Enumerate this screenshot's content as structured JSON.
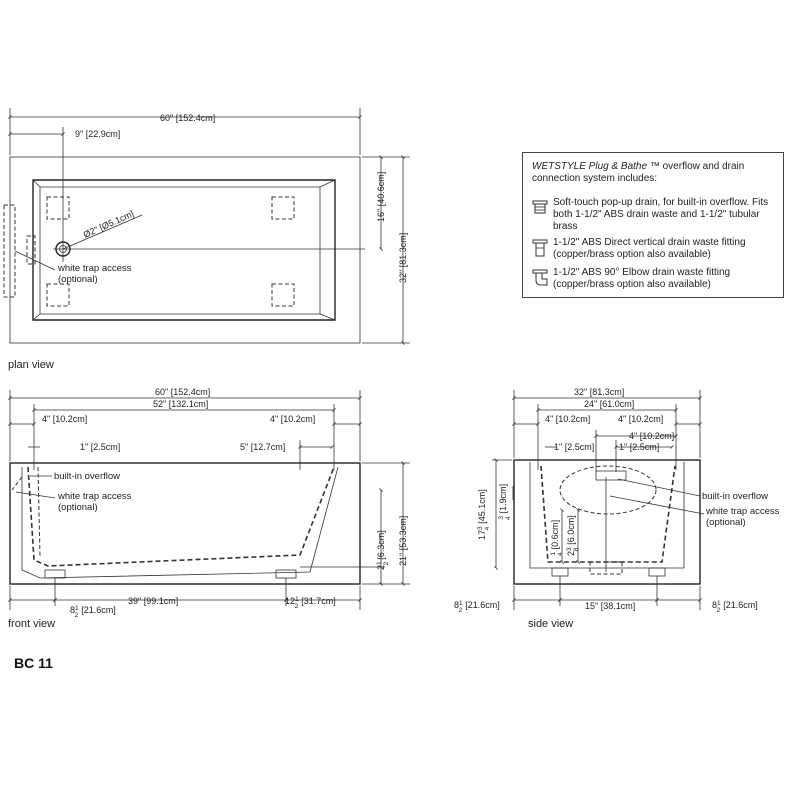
{
  "model_label": "BC 11",
  "views": {
    "plan": "plan view",
    "front": "front view",
    "side": "side view"
  },
  "plan": {
    "width_dim": "60\" [152.4cm]",
    "drain_offset_dim": "9\" [22.9cm]",
    "drain_dia_dim": "Ø2\" [Ø5.1cm]",
    "half_depth_dim": "16\" [40.6cm]",
    "depth_dim": "32\" [81.3cm]",
    "trap_access": [
      "white trap access",
      "(optional)"
    ]
  },
  "front": {
    "width_dim": "60\" [152.4cm]",
    "inner_dim": "52\" [132.1cm]",
    "left_rim_dim": "4\" [10.2cm]",
    "right_rim_dim": "4\" [10.2cm]",
    "left_offset_dim": "1\" [2.5cm]",
    "right_offset_dim": "5\" [12.7cm]",
    "height_dim": "21\" [53.3cm]",
    "drain_height_dim": "[6.3cm]",
    "drain_height_whole": "2",
    "drain_height_num": "1",
    "drain_height_den": "2",
    "foot_left_dim": "[21.6cm]",
    "foot_left_whole": "8",
    "foot_left_num": "1",
    "foot_left_den": "2",
    "foot_span_dim": "39\" [99.1cm]",
    "foot_right_dim": "[31.7cm]",
    "foot_right_whole": "12",
    "foot_right_num": "1",
    "foot_right_den": "2",
    "overflow": "built-in overflow",
    "trap_access": [
      "white trap access",
      "(optional)"
    ]
  },
  "side": {
    "width_dim": "32\" [81.3cm]",
    "inner_dim": "24\" [61.0cm]",
    "left_rim_dim": "4\" [10.2cm]",
    "right_rim_dim": "4\" [10.2cm]",
    "left_offset_dim": "1\" [2.5cm]",
    "right_offset_dim": "1\" [2.5cm]",
    "center_offset_dim": "4\" [10.2cm]",
    "height_dim": "[45.1cm]",
    "height_whole": "17",
    "height_num": "3",
    "height_den": "4",
    "small_dim": "[1.9cm]",
    "small_num": "3",
    "small_den": "4",
    "quarter_dim": "[0.6cm]",
    "quarter_num": "1",
    "quarter_den": "4",
    "drain_dim": "[6.0cm]",
    "drain_whole": "2",
    "drain_num": "3",
    "drain_den": "8",
    "foot_left_dim": "[21.6cm]",
    "foot_left_whole": "8",
    "foot_left_num": "1",
    "foot_left_den": "2",
    "foot_span_dim": "15\" [38.1cm]",
    "foot_right_dim": "[21.6cm]",
    "foot_right_whole": "8",
    "foot_right_num": "1",
    "foot_right_den": "2",
    "overflow": "built-in overflow",
    "trap_access": [
      "white trap access",
      "(optional)"
    ]
  },
  "legend": {
    "title_brand": "WETSTYLE Plug & Bathe",
    "title_rest": " ™ overflow  and drain connection system includes:",
    "items": [
      {
        "icon": "pop-up-drain-icon",
        "text": "Soft-touch pop-up drain, for built-in overflow. Fits both 1-1/2\" ABS drain waste and 1-1/2\" tubular brass"
      },
      {
        "icon": "vertical-waste-fitting-icon",
        "text": "1-1/2\" ABS Direct vertical drain waste fitting (copper/brass option also available)"
      },
      {
        "icon": "elbow-fitting-icon",
        "text": "1-1/2\" ABS 90° Elbow drain waste fitting (copper/brass option also available)"
      }
    ]
  }
}
